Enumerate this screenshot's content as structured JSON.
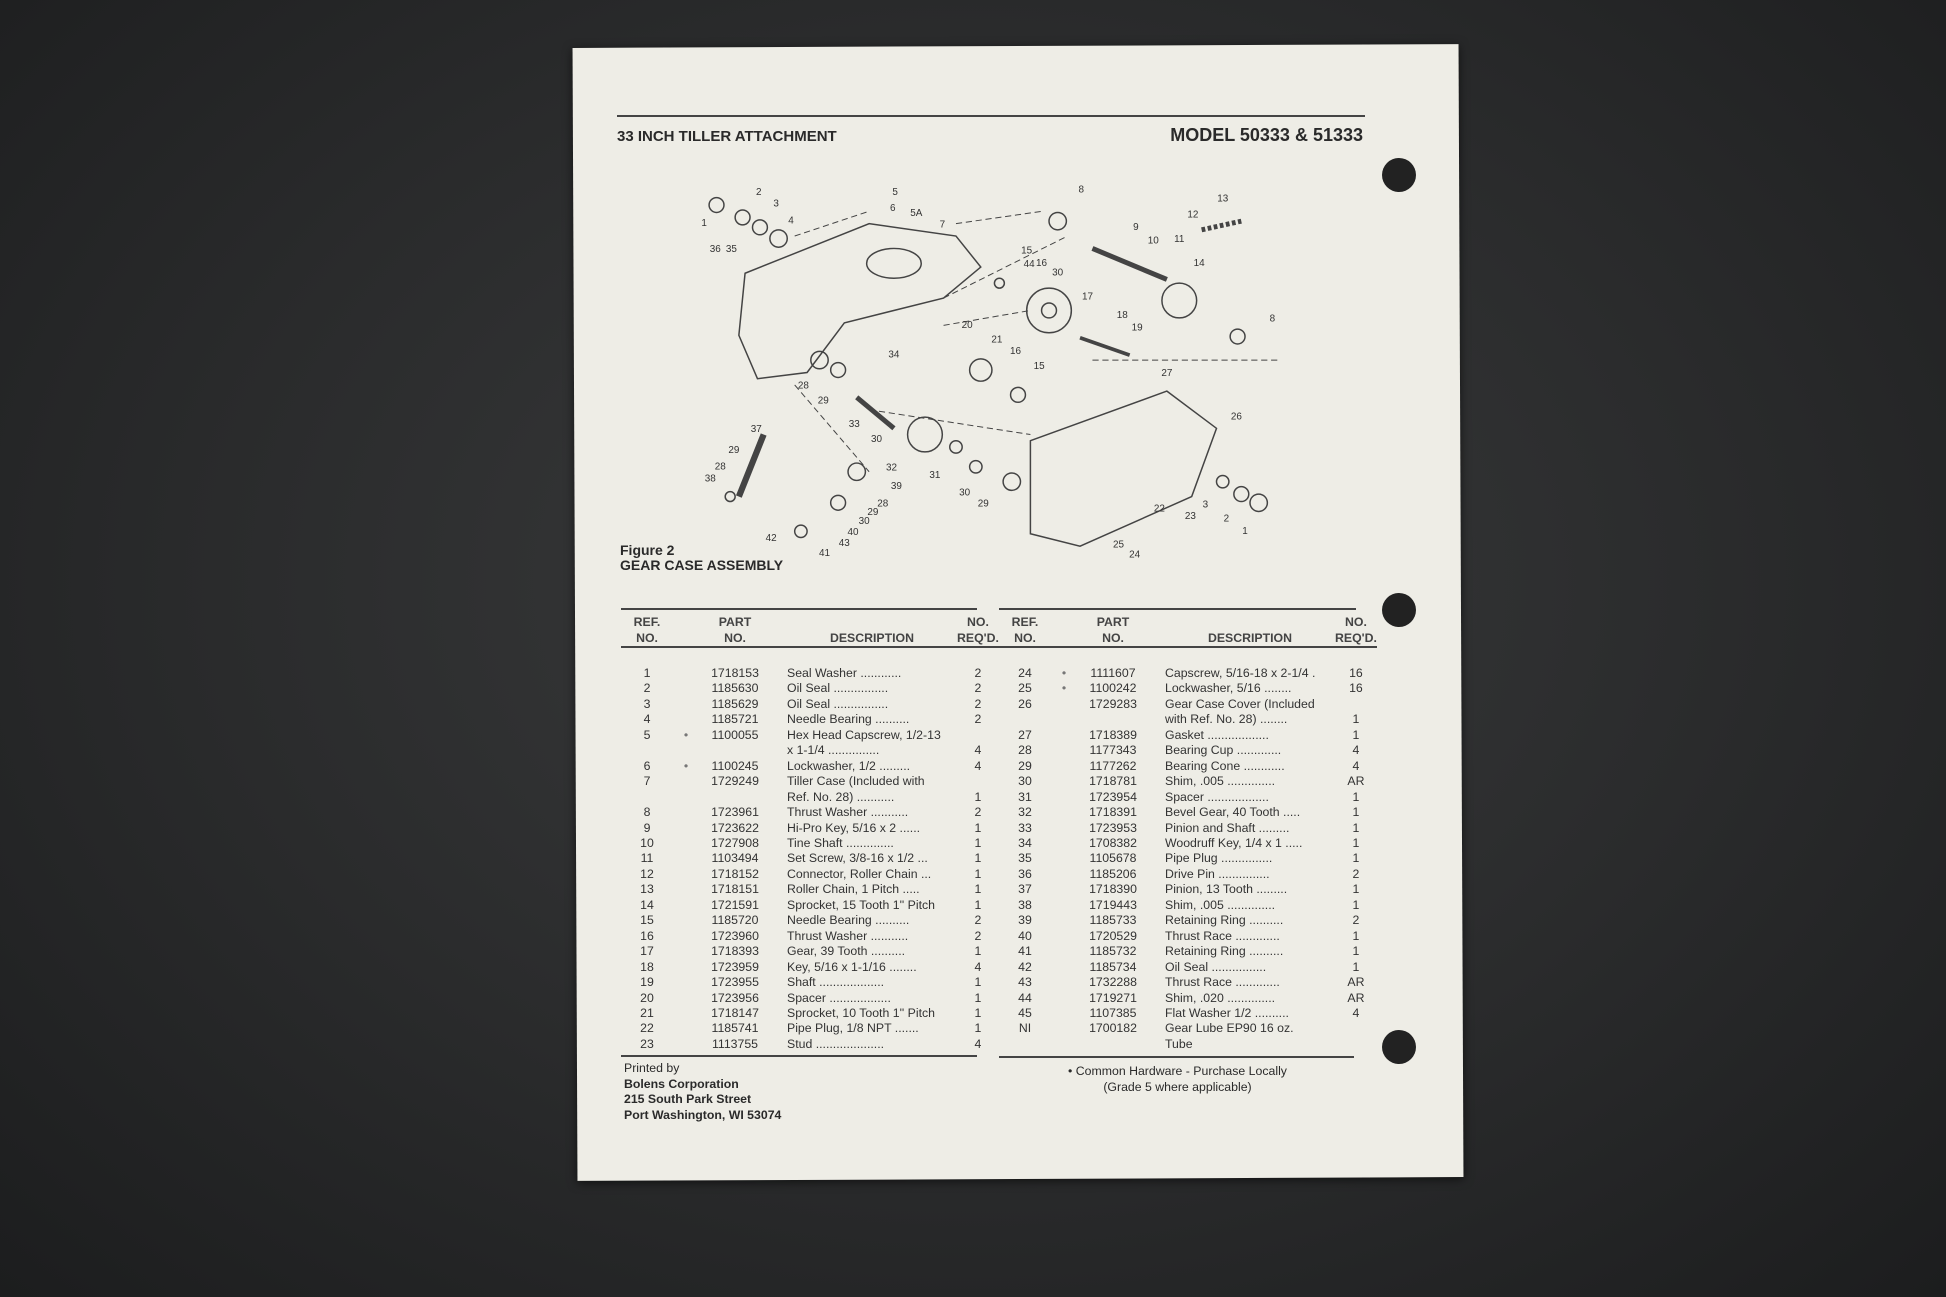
{
  "header": {
    "title": "33 INCH TILLER ATTACHMENT",
    "model": "MODEL 50333 & 51333"
  },
  "figure": {
    "number": "Figure 2",
    "title": "GEAR CASE ASSEMBLY",
    "callouts": [
      "1",
      "2",
      "3",
      "4",
      "36",
      "35",
      "5",
      "6",
      "5A",
      "7",
      "8",
      "9",
      "10",
      "11",
      "12",
      "13",
      "14",
      "15",
      "44",
      "16",
      "30",
      "17",
      "18",
      "19",
      "8",
      "20",
      "21",
      "16",
      "15",
      "34",
      "28",
      "29",
      "33",
      "30",
      "37",
      "29",
      "28",
      "38",
      "32",
      "39",
      "28",
      "29",
      "30",
      "40",
      "43",
      "41",
      "42",
      "31",
      "30",
      "29",
      "27",
      "26",
      "3",
      "2",
      "1",
      "22",
      "23",
      "25",
      "24"
    ]
  },
  "table_headers": {
    "ref1": "REF.",
    "ref2": "NO.",
    "part1": "PART",
    "part2": "NO.",
    "desc": "DESCRIPTION",
    "qty1": "NO.",
    "qty2": "REQ'D."
  },
  "left_rows": [
    [
      "1",
      "",
      "1718153",
      "Seal Washer ............",
      "2"
    ],
    [
      "2",
      "",
      "1185630",
      "Oil Seal ................",
      "2"
    ],
    [
      "3",
      "",
      "1185629",
      "Oil Seal ................",
      "2"
    ],
    [
      "4",
      "",
      "1185721",
      "Needle Bearing ..........",
      "2"
    ],
    [
      "5",
      "•",
      "1100055",
      "Hex Head Capscrew, 1/2-13",
      ""
    ],
    [
      "",
      "",
      "",
      "  x 1-1/4 ...............",
      "4"
    ],
    [
      "6",
      "•",
      "1100245",
      "Lockwasher, 1/2 .........",
      "4"
    ],
    [
      "7",
      "",
      "1729249",
      "Tiller Case (Included with",
      ""
    ],
    [
      "",
      "",
      "",
      "  Ref. No. 28) ...........",
      "1"
    ],
    [
      "8",
      "",
      "1723961",
      "Thrust Washer ...........",
      "2"
    ],
    [
      "9",
      "",
      "1723622",
      "Hi-Pro Key, 5/16 x 2 ......",
      "1"
    ],
    [
      "10",
      "",
      "1727908",
      "Tine Shaft ..............",
      "1"
    ],
    [
      "11",
      "",
      "1103494",
      "Set Screw, 3/8-16 x 1/2 ...",
      "1"
    ],
    [
      "12",
      "",
      "1718152",
      "Connector, Roller Chain ...",
      "1"
    ],
    [
      "13",
      "",
      "1718151",
      "Roller Chain, 1 Pitch .....",
      "1"
    ],
    [
      "14",
      "",
      "1721591",
      "Sprocket, 15 Tooth 1'' Pitch",
      "1"
    ],
    [
      "15",
      "",
      "1185720",
      "Needle Bearing ..........",
      "2"
    ],
    [
      "16",
      "",
      "1723960",
      "Thrust Washer ...........",
      "2"
    ],
    [
      "17",
      "",
      "1718393",
      "Gear, 39 Tooth ..........",
      "1"
    ],
    [
      "18",
      "",
      "1723959",
      "Key, 5/16 x 1-1/16 ........",
      "4"
    ],
    [
      "19",
      "",
      "1723955",
      "Shaft ...................",
      "1"
    ],
    [
      "20",
      "",
      "1723956",
      "Spacer ..................",
      "1"
    ],
    [
      "21",
      "",
      "1718147",
      "Sprocket, 10 Tooth 1'' Pitch",
      "1"
    ],
    [
      "22",
      "",
      "1185741",
      "Pipe Plug, 1/8 NPT .......",
      "1"
    ],
    [
      "23",
      "",
      "1113755",
      "Stud ....................",
      "4"
    ]
  ],
  "right_rows": [
    [
      "24",
      "•",
      "1111607",
      "Capscrew, 5/16-18 x 2-1/4 .",
      "16"
    ],
    [
      "25",
      "•",
      "1100242",
      "Lockwasher, 5/16 ........",
      "16"
    ],
    [
      "26",
      "",
      "1729283",
      "Gear Case Cover (Included",
      ""
    ],
    [
      "",
      "",
      "",
      "  with Ref. No. 28) ........",
      "1"
    ],
    [
      "27",
      "",
      "1718389",
      "Gasket ..................",
      "1"
    ],
    [
      "28",
      "",
      "1177343",
      "Bearing Cup .............",
      "4"
    ],
    [
      "29",
      "",
      "1177262",
      "Bearing Cone ............",
      "4"
    ],
    [
      "30",
      "",
      "1718781",
      "Shim, .005 ..............",
      "AR"
    ],
    [
      "31",
      "",
      "1723954",
      "Spacer ..................",
      "1"
    ],
    [
      "32",
      "",
      "1718391",
      "Bevel Gear, 40 Tooth .....",
      "1"
    ],
    [
      "33",
      "",
      "1723953",
      "Pinion and Shaft .........",
      "1"
    ],
    [
      "34",
      "",
      "1708382",
      "Woodruff Key, 1/4 x 1 .....",
      "1"
    ],
    [
      "35",
      "",
      "1105678",
      "Pipe Plug ...............",
      "1"
    ],
    [
      "36",
      "",
      "1185206",
      "Drive Pin ...............",
      "2"
    ],
    [
      "37",
      "",
      "1718390",
      "Pinion, 13 Tooth .........",
      "1"
    ],
    [
      "38",
      "",
      "1719443",
      "Shim, .005 ..............",
      "1"
    ],
    [
      "39",
      "",
      "1185733",
      "Retaining Ring ..........",
      "2"
    ],
    [
      "40",
      "",
      "1720529",
      "Thrust Race .............",
      "1"
    ],
    [
      "41",
      "",
      "1185732",
      "Retaining Ring ..........",
      "1"
    ],
    [
      "42",
      "",
      "1185734",
      "Oil Seal ................",
      "1"
    ],
    [
      "43",
      "",
      "1732288",
      "Thrust Race .............",
      "AR"
    ],
    [
      "44",
      "",
      "1719271",
      "Shim, .020 ..............",
      "AR"
    ],
    [
      "45",
      "",
      "1107385",
      "Flat Washer 1/2 ..........",
      "4"
    ],
    [
      "NI",
      "",
      "1700182",
      "Gear Lube EP90 16 oz.",
      ""
    ],
    [
      "",
      "",
      "",
      "Tube",
      ""
    ]
  ],
  "footer": {
    "printed_by": "Printed by",
    "company": "Bolens Corporation",
    "street": "215 South Park Street",
    "city": "Port Washington, WI 53074",
    "note1": "• Common Hardware - Purchase Locally",
    "note2": "(Grade 5 where applicable)"
  }
}
